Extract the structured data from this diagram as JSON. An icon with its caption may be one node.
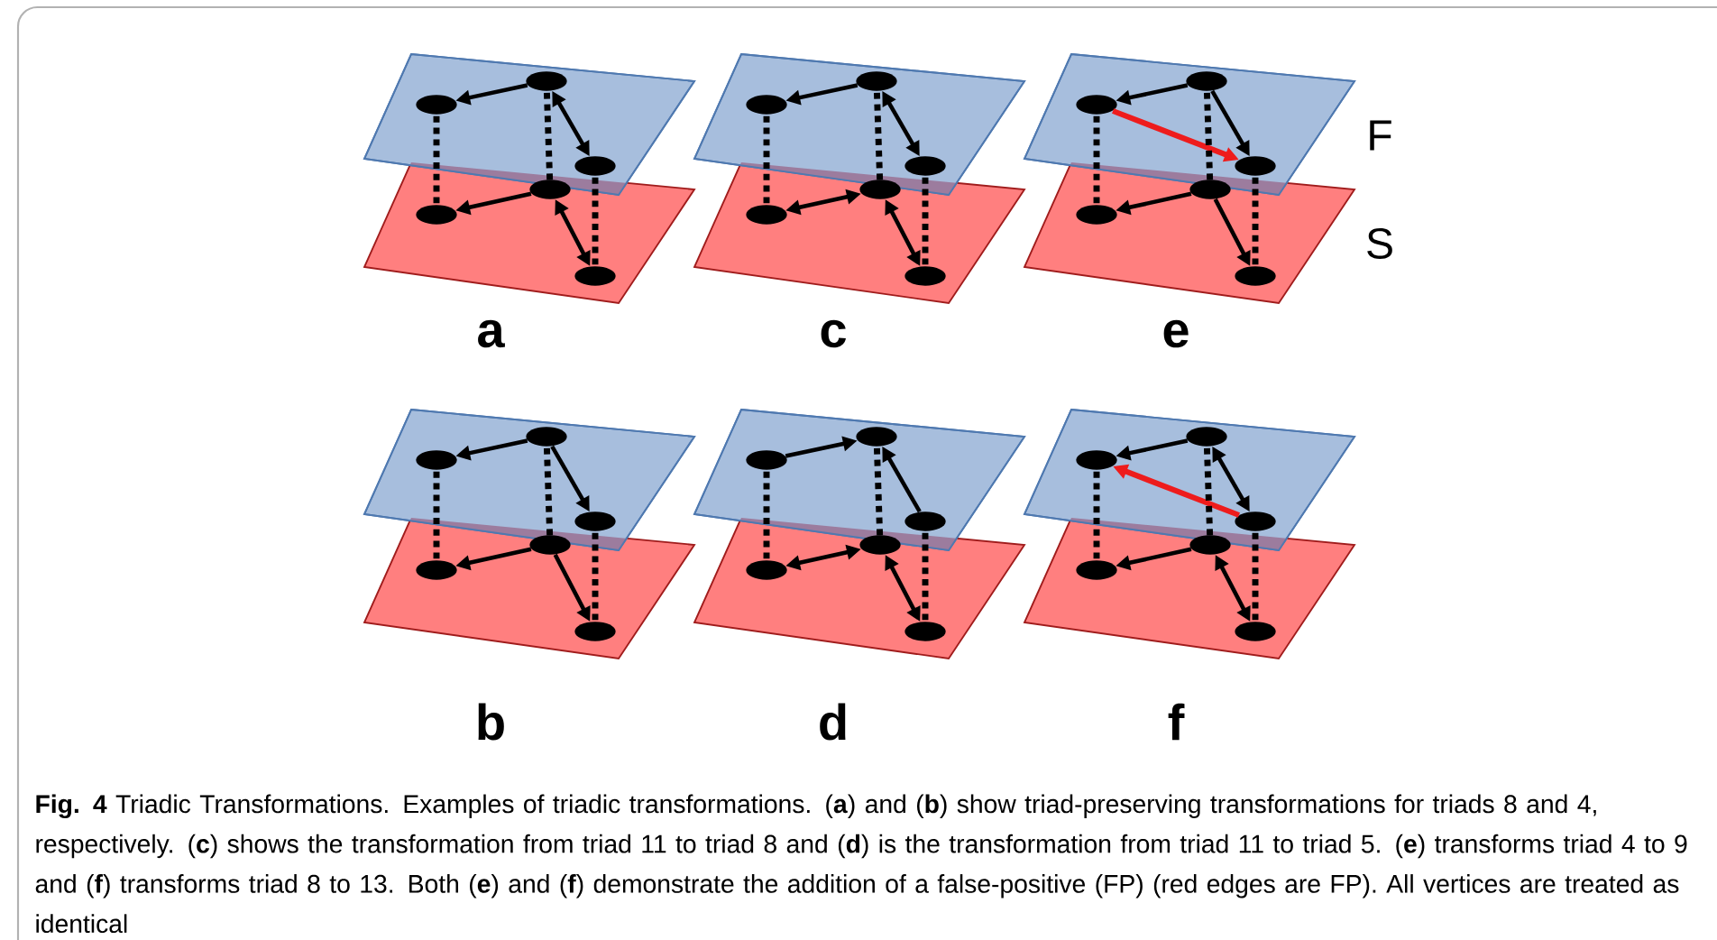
{
  "diagram": {
    "caption": "**Fig. 4** Triadic Transformations. Examples of triadic transformations. (**a**) and (**b**) show triad-preserving transformations for triads 8 and 4, respectively. (**c**) shows the transformation from triad 11 to triad 8 and (**d**) is the transformation from triad 11 to triad 5. (**e**) transforms triad 4 to 9 and (**f**) transforms triad 8 to 13. Both (**e**) and (**f**) demonstrate the addition of a false-positive (FP) (red edges are FP). All vertices are treated as identical",
    "nodes": [
      {
        "text": [],
        "shape": "ellipse"
      },
      {
        "text": [],
        "shape": "ellipse"
      },
      {
        "text": [],
        "shape": "ellipse"
      },
      {
        "text": [],
        "shape": "ellipse"
      },
      {
        "text": [],
        "shape": "ellipse"
      },
      {
        "text": [],
        "shape": "ellipse"
      },
      {
        "text": [],
        "shape": "ellipse"
      },
      {
        "text": [],
        "shape": "ellipse"
      },
      {
        "text": [],
        "shape": "ellipse"
      },
      {
        "text": [],
        "shape": "ellipse"
      },
      {
        "text": [],
        "shape": "ellipse"
      },
      {
        "text": [],
        "shape": "ellipse"
      },
      {
        "text": [],
        "shape": "ellipse"
      },
      {
        "text": [],
        "shape": "ellipse"
      },
      {
        "text": [],
        "shape": "ellipse"
      },
      {
        "text": [],
        "shape": "ellipse"
      },
      {
        "text": [],
        "shape": "ellipse"
      },
      {
        "text": [],
        "shape": "ellipse"
      },
      {
        "text": [],
        "shape": "ellipse"
      },
      {
        "text": [],
        "shape": "ellipse"
      },
      {
        "text": [],
        "shape": "ellipse"
      },
      {
        "text": [],
        "shape": "ellipse"
      },
      {
        "text": [],
        "shape": "ellipse"
      },
      {
        "text": [],
        "shape": "ellipse"
      },
      {
        "text": [],
        "shape": "ellipse"
      },
      {
        "text": [],
        "shape": "ellipse"
      },
      {
        "text": [],
        "shape": "ellipse"
      },
      {
        "text": [],
        "shape": "ellipse"
      },
      {
        "text": [],
        "shape": "ellipse"
      },
      {
        "text": [],
        "shape": "ellipse"
      },
      {
        "text": [],
        "shape": "ellipse"
      },
      {
        "text": [],
        "shape": "ellipse"
      },
      {
        "text": [],
        "shape": "ellipse"
      },
      {
        "text": [],
        "shape": "ellipse"
      },
      {
        "text": [],
        "shape": "ellipse"
      },
      {
        "text": [],
        "shape": "ellipse"
      }
    ],
    "edges": [
      {
        "from": 0,
        "to": 1,
        "arrow": "to"
      },
      {
        "from": 0,
        "to": 2,
        "arrow": "both"
      },
      {
        "from": 3,
        "to": 4,
        "arrow": "to"
      },
      {
        "from": 3,
        "to": 5,
        "arrow": "both"
      },
      {
        "from": 1,
        "to": 4,
        "arrow": "none",
        "style": "dashed"
      },
      {
        "from": 0,
        "to": 3,
        "arrow": "none",
        "style": "dashed"
      },
      {
        "from": 2,
        "to": 5,
        "arrow": "none",
        "style": "dashed"
      },
      {
        "from": 6,
        "to": 7,
        "arrow": "to"
      },
      {
        "from": 6,
        "to": 8,
        "arrow": "both"
      },
      {
        "from": 9,
        "to": 10,
        "arrow": "both"
      },
      {
        "from": 9,
        "to": 11,
        "arrow": "both"
      },
      {
        "from": 7,
        "to": 10,
        "arrow": "none",
        "style": "dashed"
      },
      {
        "from": 6,
        "to": 9,
        "arrow": "none",
        "style": "dashed"
      },
      {
        "from": 8,
        "to": 11,
        "arrow": "none",
        "style": "dashed"
      },
      {
        "from": 12,
        "to": 13,
        "arrow": "to"
      },
      {
        "from": 12,
        "to": 14,
        "arrow": "to"
      },
      {
        "from": 15,
        "to": 16,
        "arrow": "to"
      },
      {
        "from": 15,
        "to": 17,
        "arrow": "to"
      },
      {
        "from": 13,
        "to": 14,
        "arrow": "to",
        "color": "#ee1c1c"
      },
      {
        "from": 13,
        "to": 16,
        "arrow": "none",
        "style": "dashed"
      },
      {
        "from": 12,
        "to": 15,
        "arrow": "none",
        "style": "dashed"
      },
      {
        "from": 14,
        "to": 17,
        "arrow": "none",
        "style": "dashed"
      },
      {
        "from": 18,
        "to": 19,
        "arrow": "to"
      },
      {
        "from": 18,
        "to": 20,
        "arrow": "to"
      },
      {
        "from": 21,
        "to": 22,
        "arrow": "to"
      },
      {
        "from": 21,
        "to": 23,
        "arrow": "to"
      },
      {
        "from": 19,
        "to": 22,
        "arrow": "none",
        "style": "dashed"
      },
      {
        "from": 18,
        "to": 21,
        "arrow": "none",
        "style": "dashed"
      },
      {
        "from": 20,
        "to": 23,
        "arrow": "none",
        "style": "dashed"
      },
      {
        "from": 25,
        "to": 24,
        "arrow": "to"
      },
      {
        "from": 26,
        "to": 24,
        "arrow": "to"
      },
      {
        "from": 27,
        "to": 28,
        "arrow": "both"
      },
      {
        "from": 27,
        "to": 29,
        "arrow": "both"
      },
      {
        "from": 25,
        "to": 28,
        "arrow": "none",
        "style": "dashed"
      },
      {
        "from": 24,
        "to": 27,
        "arrow": "none",
        "style": "dashed"
      },
      {
        "from": 26,
        "to": 29,
        "arrow": "none",
        "style": "dashed"
      },
      {
        "from": 30,
        "to": 31,
        "arrow": "to"
      },
      {
        "from": 30,
        "to": 32,
        "arrow": "both"
      },
      {
        "from": 33,
        "to": 34,
        "arrow": "to"
      },
      {
        "from": 33,
        "to": 35,
        "arrow": "both"
      },
      {
        "from": 32,
        "to": 31,
        "arrow": "to",
        "color": "#ee1c1c"
      },
      {
        "from": 31,
        "to": 34,
        "arrow": "none",
        "style": "dashed"
      },
      {
        "from": 30,
        "to": 33,
        "arrow": "none",
        "style": "dashed"
      },
      {
        "from": 32,
        "to": 35,
        "arrow": "none",
        "style": "dashed"
      }
    ],
    "labels": [
      "F",
      "S",
      "a",
      "c",
      "e",
      "b",
      "d",
      "f"
    ]
  }
}
